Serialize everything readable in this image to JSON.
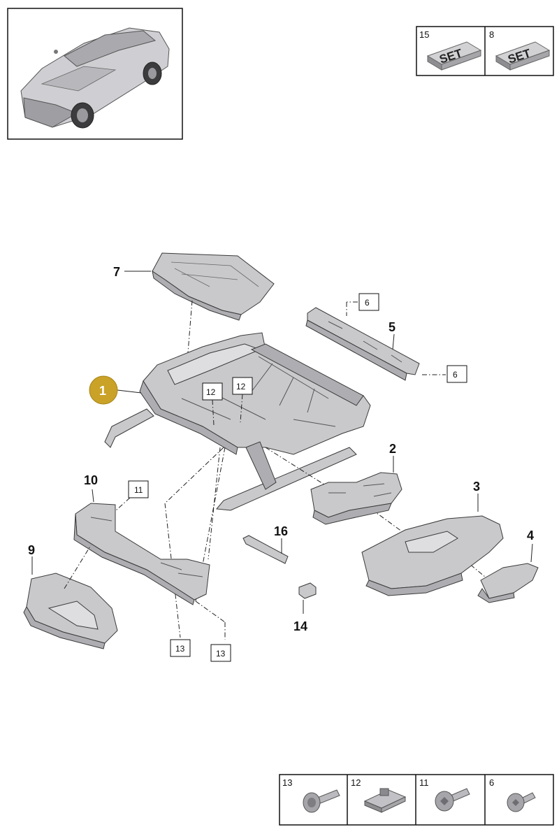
{
  "set_boxes": [
    {
      "number": "15",
      "label": "SET"
    },
    {
      "number": "8",
      "label": "SET"
    }
  ],
  "selected_part": "1",
  "callouts": {
    "c7": "7",
    "c5": "5",
    "c2": "2",
    "c3": "3",
    "c4": "4",
    "c10": "10",
    "c9": "9",
    "c16": "16",
    "c14": "14"
  },
  "boxed_refs": {
    "r6a": "6",
    "r6b": "6",
    "r12a": "12",
    "r12b": "12",
    "r11": "11",
    "r13a": "13",
    "r13b": "13"
  },
  "fastener_legend": [
    {
      "number": "13",
      "icon": "flange-bolt-icon"
    },
    {
      "number": "12",
      "icon": "clip-nut-icon"
    },
    {
      "number": "11",
      "icon": "torx-bolt-icon"
    },
    {
      "number": "6",
      "icon": "shoulder-screw-icon"
    }
  ]
}
